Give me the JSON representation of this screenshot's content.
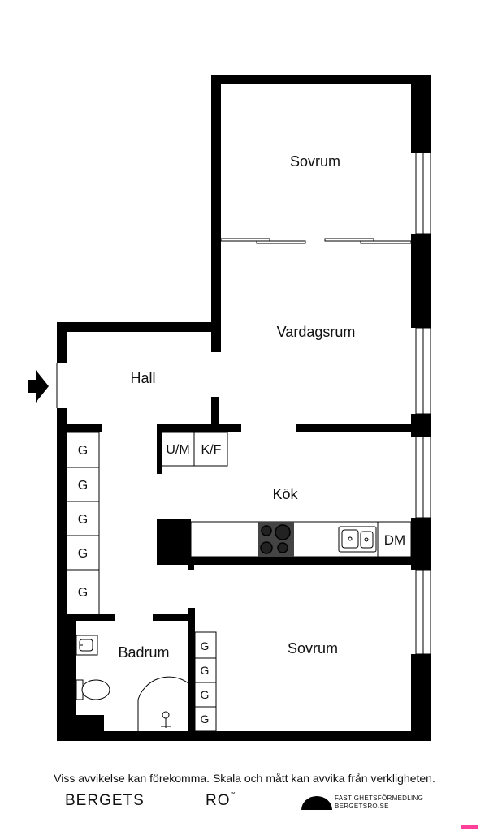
{
  "rooms": {
    "sovrum_top": "Sovrum",
    "vardagsrum": "Vardagsrum",
    "hall": "Hall",
    "kok": "Kök",
    "badrum": "Badrum",
    "sovrum_bottom": "Sovrum"
  },
  "fixtures": {
    "um": "U/M",
    "kf": "K/F",
    "dm": "DM",
    "wardrobe": "G"
  },
  "footer": {
    "disclaimer": "Viss avvikelse kan förekomma. Skala och mått kan avvika från verkligheten.",
    "brand_left": "BERGETS",
    "brand_right": "RO",
    "brand_tm": "™",
    "agency_line1": "FASTIGHETSFÖRMEDLING",
    "agency_line2": "BERGETSRO.SE"
  },
  "icons": {
    "entrance": "entrance-arrow-icon",
    "stove": "stove-icon",
    "sink": "kitchen-sink-icon",
    "toilet": "toilet-icon",
    "washbasin": "washbasin-icon",
    "shower": "shower-icon",
    "logo": "agency-logo-icon"
  },
  "colors": {
    "wall": "#000000",
    "stove": "#444444",
    "badge": "#ff3f9a"
  }
}
